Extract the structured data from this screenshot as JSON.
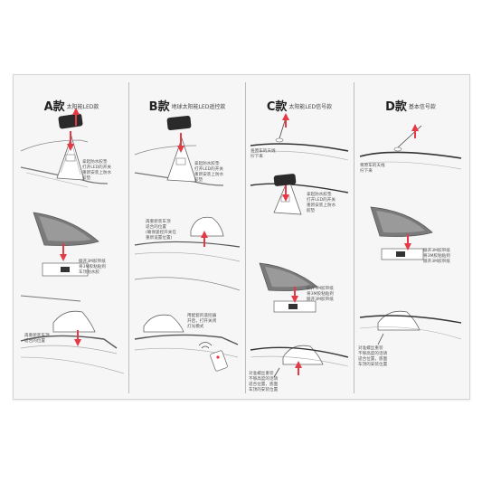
{
  "panels": [
    {
      "letter": "A款",
      "name": "太阳能LED款",
      "step1": [
        "拿起防水胶垫",
        "打开LED的开关",
        "重新安装上防水",
        "胶垫"
      ],
      "step2": [
        "撕开3M胶带纸",
        "将3M胶粘贴到",
        "车顶防水胶"
      ],
      "step3": [
        "再重新装车顶",
        "适合的位置"
      ]
    },
    {
      "letter": "B款",
      "name": "地球太阳能LED遥控款",
      "step1": [
        "拿起防水胶垫",
        "打开LED的开关",
        "重新安装上防水",
        "胶垫"
      ],
      "step2": [
        "再重新装车顶",
        "适合的位置",
        "(确保遥控开关在",
        "重新设置位置)"
      ],
      "step3": [
        "用配套的遥控器",
        "开启，打开关闭",
        "灯光模式"
      ]
    },
    {
      "letter": "C款",
      "name": "太阳能LED信号款",
      "step1": [
        "将原车的天线",
        "拧下来"
      ],
      "step2": [
        "拿起防水胶垫",
        "打开LED的开关",
        "重新安装上防水",
        "胶垫"
      ],
      "step3": [
        "撕开3M胶带纸",
        "将3M胶粘贴到",
        "撕开3M胶带纸"
      ],
      "step4": [
        "对准螺丝重装",
        "不够高度的话请",
        "适合位置，底面",
        "车顶的安装位置"
      ]
    },
    {
      "letter": "D款",
      "name": "基本信号款",
      "step1": [
        "将原车的天线",
        "拧下来"
      ],
      "step2": [
        "撕开3M胶带纸",
        "将3M胶粘贴到",
        "撕开3M胶带纸"
      ],
      "step3": [
        "对准螺丝重装",
        "不够高度的话请",
        "适合位置，底面",
        "车顶的安装位置"
      ]
    }
  ]
}
